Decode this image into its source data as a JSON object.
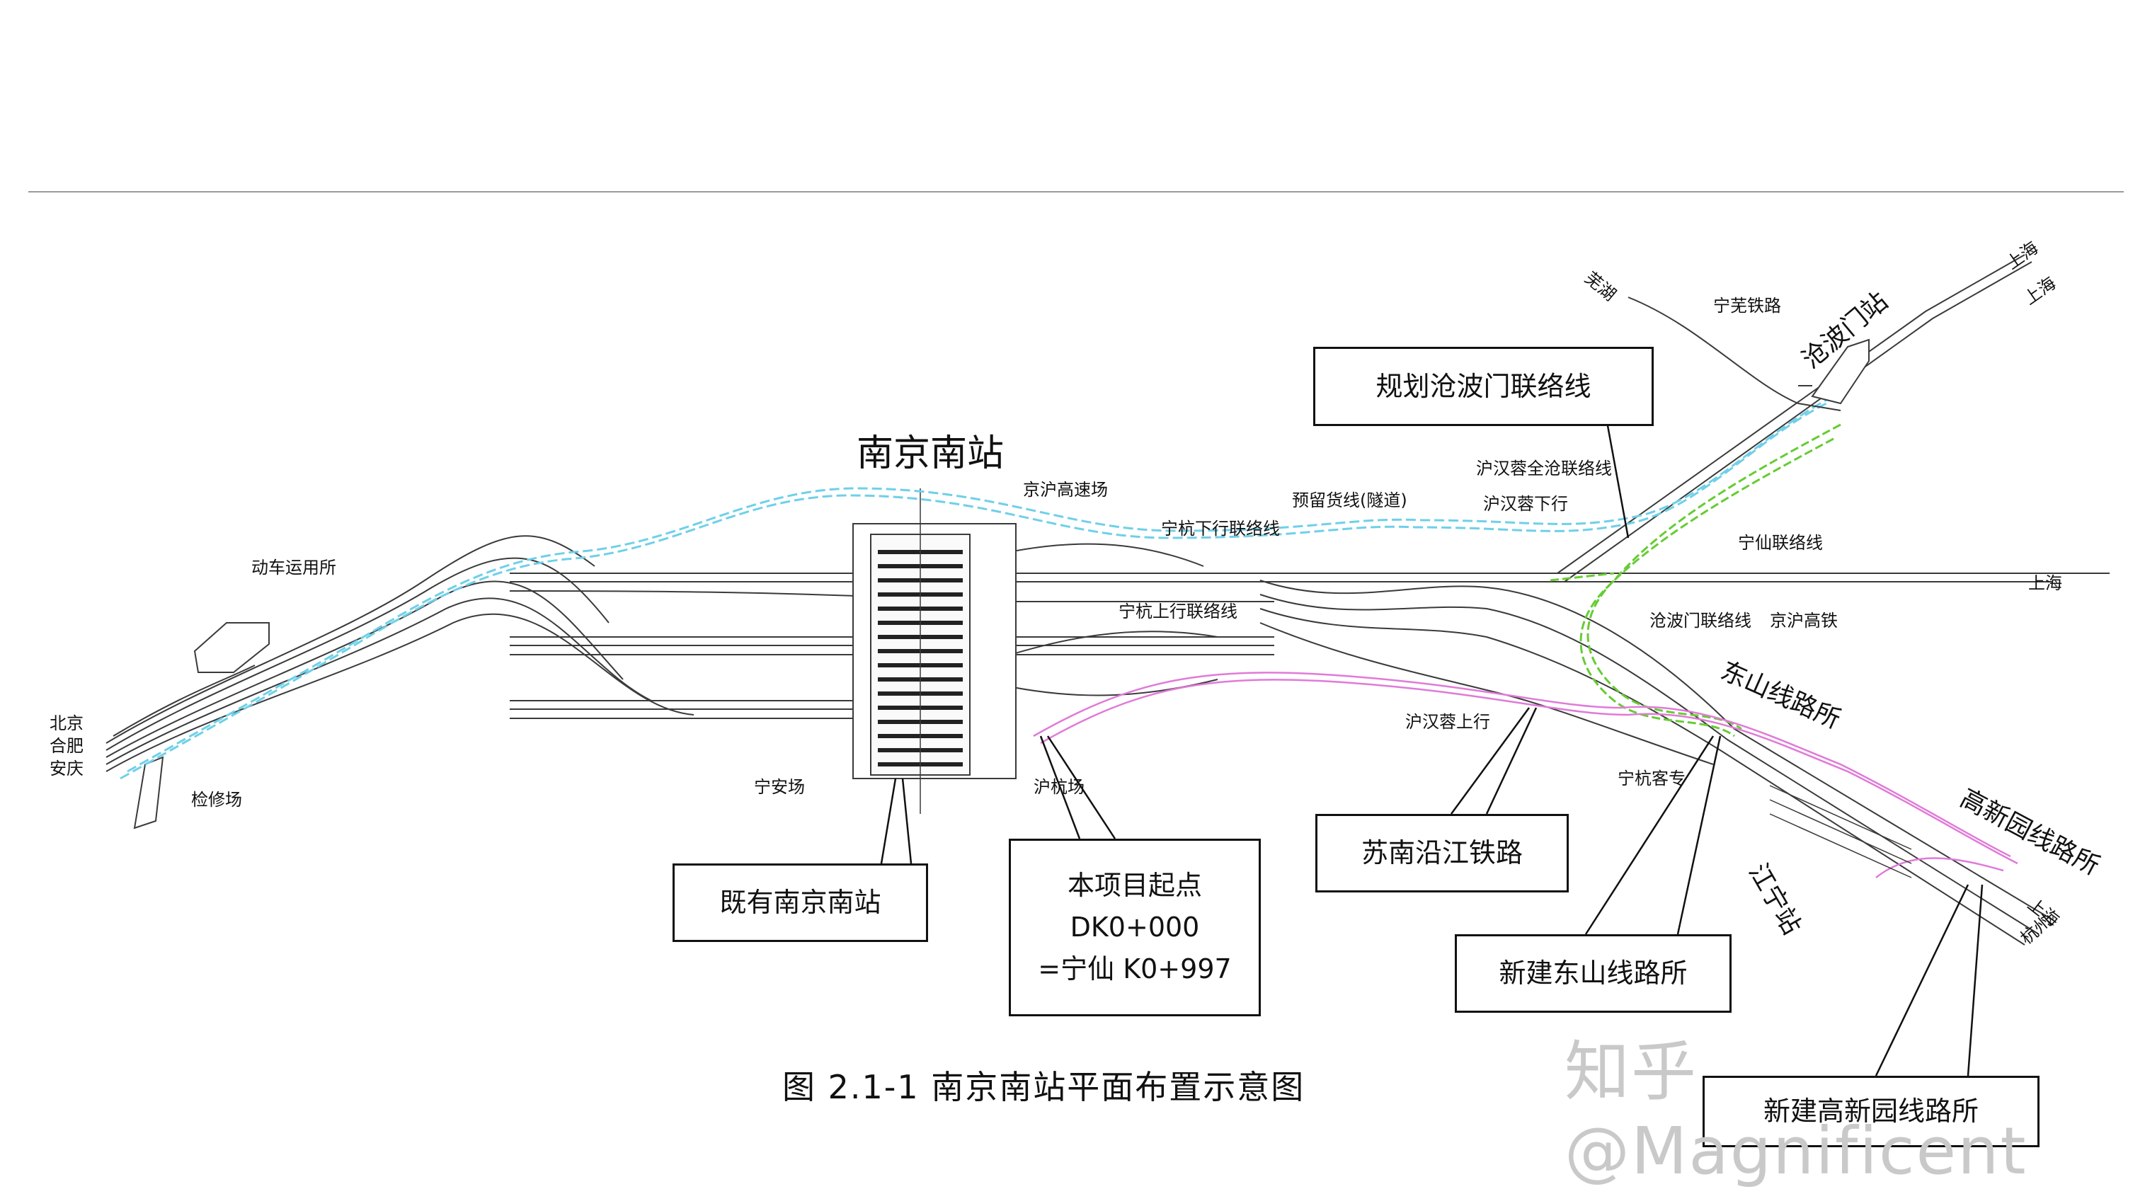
{
  "caption": "图 2.1-1  南京南站平面布置示意图",
  "watermark": "知乎 @Magnificent",
  "station_title": "南京南站",
  "callouts": {
    "plan_link": "规划沧波门联络线",
    "existing_station": "既有南京南站",
    "start_line1": "本项目起点",
    "start_line2": "DK0+000",
    "start_line3": "=宁仙 K0+997",
    "sunan": "苏南沿江铁路",
    "dongshan_new": "新建东山线路所",
    "gaoxinyuan_new": "新建高新园线路所"
  },
  "labels": {
    "depot": "动车运用所",
    "inspection": "检修场",
    "beijing": "北京",
    "hefei": "合肥",
    "anqing": "安庆",
    "ningan": "宁安场",
    "jinghu_high": "京沪高速场",
    "ninghang_down": "宁杭下行联络线",
    "reserved_freight": "预留货线(隧道)",
    "huhanrong_all": "沪汉蓉全沧联络线",
    "huhanrong_down": "沪汉蓉下行",
    "ninghang_up": "宁杭上行联络线",
    "ningxian_link": "宁仙联络线",
    "shanghai_1": "上海",
    "shanghai_2": "上海",
    "shanghai_main": "上海",
    "shanghai_east": "上海",
    "hangzhou": "杭州",
    "wuhu": "芜湖",
    "ningwu": "宁芜铁路",
    "cangbomen_station": "沧波门站",
    "cangbomen_link": "沧波门联络线",
    "jinghu_rail": "京沪高铁",
    "dongshan": "东山线路所",
    "huhanrong_up": "沪汉蓉上行",
    "ninghang_passenger": "宁杭客专",
    "jiangning_station": "江宁站",
    "gaoxinyuan": "高新园线路所",
    "huhang_field": "沪杭场"
  },
  "colors": {
    "track": "#3a3a3a",
    "planned_link": "#6fd0e8",
    "new_line": "#e07ad8",
    "connector": "#66cc33",
    "callout_border": "#111111"
  }
}
